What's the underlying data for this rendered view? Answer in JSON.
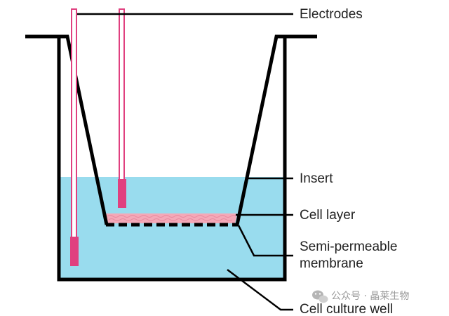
{
  "labels": {
    "electrodes": "Electrodes",
    "insert": "Insert",
    "cell_layer": "Cell layer",
    "membrane_line1": "Semi-permeable",
    "membrane_line2": "membrane",
    "culture_well": "Cell culture well"
  },
  "watermark": {
    "icon": "wechat-icon",
    "text": "公众号 · 晶莱生物"
  },
  "colors": {
    "medium": "#99dcee",
    "electrode": "#e0407f",
    "cell_layer": "#f4a9b8",
    "outline": "#000000"
  }
}
